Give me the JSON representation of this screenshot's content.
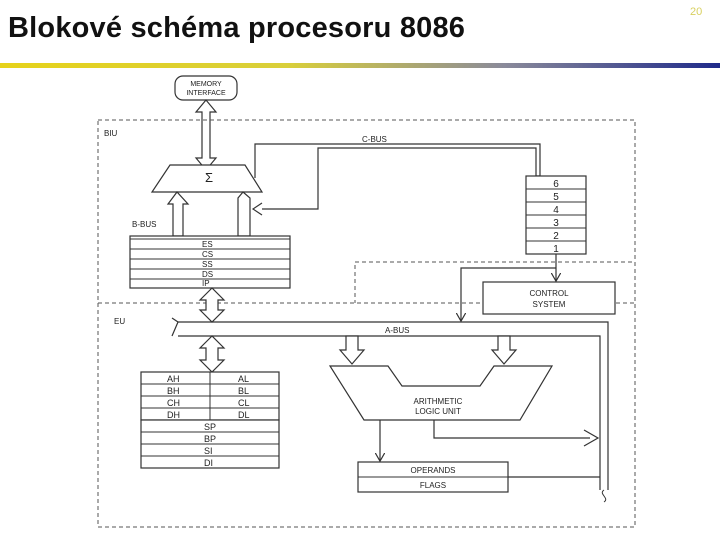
{
  "slide": {
    "title": "Blokové schéma procesoru 8086",
    "number": "20",
    "colors": {
      "rule_start": "#e6d21a",
      "rule_end": "#1f2a8a",
      "line": "#333333"
    }
  },
  "diagram": {
    "memory_interface": {
      "line1": "MEMORY",
      "line2": "INTERFACE"
    },
    "biu_label": "BIU",
    "eu_label": "EU",
    "c_bus": "C-BUS",
    "b_bus": "B-BUS",
    "a_bus": "A-BUS",
    "sigma": "Σ",
    "segment_registers": [
      "ES",
      "CS",
      "SS",
      "DS",
      "IP"
    ],
    "instruction_queue": [
      "6",
      "5",
      "4",
      "3",
      "2",
      "1"
    ],
    "control_system": {
      "line1": "CONTROL",
      "line2": "SYSTEM"
    },
    "general_registers_high": [
      "AH",
      "BH",
      "CH",
      "DH"
    ],
    "general_registers_low": [
      "AL",
      "BL",
      "CL",
      "DL"
    ],
    "pointer_registers": [
      "SP",
      "BP",
      "SI",
      "DI"
    ],
    "alu": {
      "line1": "ARITHMETIC",
      "line2": "LOGIC UNIT"
    },
    "operands": "OPERANDS",
    "flags": "FLAGS"
  }
}
